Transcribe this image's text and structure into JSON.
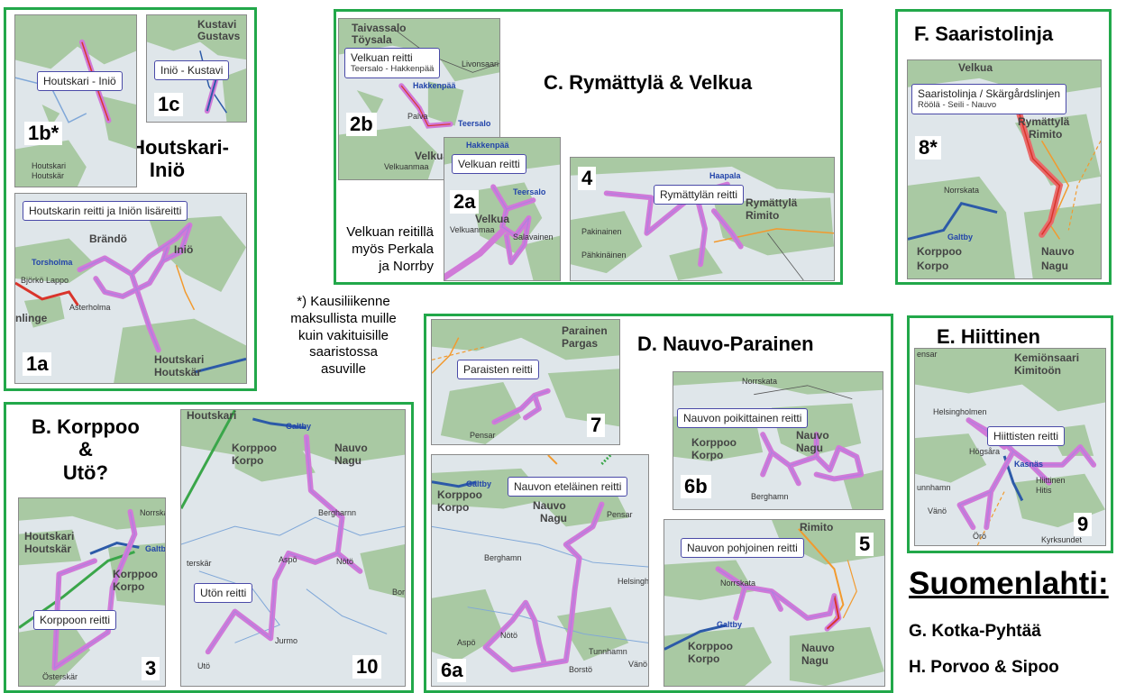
{
  "groups": {
    "A": {
      "title": "A. Houtskari-\nIniö"
    },
    "B": {
      "title": "B. Korppoo\n&\nUtö?"
    },
    "C": {
      "title": "C. Rymättylä & Velkua"
    },
    "D": {
      "title": "D. Nauvo-Parainen"
    },
    "E": {
      "title": "E. Hiittinen"
    },
    "F": {
      "title": "F. Saaristolinja"
    }
  },
  "maps": {
    "m1b": {
      "number": "1b*",
      "callout": "Houtskari - Iniö",
      "places": [
        "Houtskari",
        "Houtskär"
      ]
    },
    "m1c": {
      "number": "1c",
      "callout": "Iniö - Kustavi",
      "places": [
        "Kustavi",
        "Gustavs"
      ]
    },
    "m1a": {
      "number": "1a",
      "callout": "Houtskarin reitti ja Iniön lisäreitti",
      "places": [
        "Brändö",
        "Iniö",
        "Torsholma",
        "Björkö",
        "Lappo",
        "Asterholma",
        "nlinge",
        "Houtskari",
        "Houtskär"
      ]
    },
    "m2b": {
      "number": "2b",
      "callout": "Velkuan reitti",
      "callout_sub": "Teersalo - Hakkenpää",
      "places": [
        "Taivassalo",
        "Töysala",
        "Livonsaari",
        "Hakkenpää",
        "Palva",
        "Teersalo",
        "Velkua",
        "Velkuanmaa"
      ]
    },
    "m2a": {
      "number": "2a",
      "callout": "Velkuan reitti",
      "places": [
        "Hakkenpää",
        "Teersalo",
        "Velkua",
        "Velkuanmaa",
        "Salavainen"
      ]
    },
    "m4": {
      "number": "4",
      "callout": "Rymättylän reitti",
      "places": [
        "Haapala",
        "Rymättylä",
        "Rimito",
        "Pakinainen",
        "Pähkinäinen"
      ]
    },
    "m8": {
      "number": "8*",
      "callout": "Saaristolinja / Skärgårdslinjen",
      "callout_sub": "Röölä - Seili - Nauvo",
      "places": [
        "Velkua",
        "Rymättylä",
        "Rimito",
        "Norrskata",
        "Galtby",
        "Korppoo",
        "Korpo",
        "Nauvo",
        "Nagu"
      ]
    },
    "m3": {
      "number": "3",
      "callout": "Korppoon reitti",
      "places": [
        "Norrska",
        "Houtskari",
        "Houtskär",
        "Galtby",
        "Korppoo",
        "Korpo",
        "Österskär"
      ]
    },
    "m10": {
      "number": "10",
      "callout": "Utön reitti",
      "places": [
        "Houtskari",
        "Galtby",
        "Korppoo",
        "Korpo",
        "Nauvo",
        "Nagu",
        "Bergharnn",
        "Aspö",
        "Nötö",
        "terskär",
        "Jurmo",
        "Bor",
        "Utö"
      ]
    },
    "m7": {
      "number": "7",
      "callout": "Paraisten reitti",
      "places": [
        "Parainen",
        "Pargas",
        "Pensar"
      ]
    },
    "m6b": {
      "number": "6b",
      "callout": "Nauvon poikittainen reitti",
      "places": [
        "Norrskata",
        "Korppoo",
        "Korpo",
        "Nauvo",
        "Nagu",
        "Berghamn"
      ]
    },
    "m6a": {
      "number": "6a",
      "callout": "Nauvon eteläinen reitti",
      "places": [
        "Galtby",
        "Korppoo",
        "Korpo",
        "Nauvo",
        "Nagu",
        "Pensar",
        "Berghamn",
        "Helsingh",
        "Aspö",
        "Nötö",
        "Tunnhamn",
        "Borstö",
        "Vänö"
      ]
    },
    "m5": {
      "number": "5",
      "callout": "Nauvon pohjoinen reitti",
      "places": [
        "Rimito",
        "Norrskata",
        "Galtby",
        "Korppoo",
        "Korpo",
        "Nauvo",
        "Nagu"
      ]
    },
    "m9": {
      "number": "9",
      "callout": "Hiittisten reitti",
      "places": [
        "Kemiönsaari",
        "Kimitoön",
        "ensar",
        "Helsingholmen",
        "Högsåra",
        "Kasnäs",
        "Hiittinen",
        "Hitis",
        "unnhamn",
        "Vänö",
        "Örö",
        "Kyrksundet"
      ]
    }
  },
  "notes": {
    "velkua_extra": "Velkuan reitillä\nmyös Perkala\nja Norrby",
    "seasonal": "*) Kausiliikenne\nmaksullista muille\nkuin vakituisille\nsaaristossa\nasuville"
  },
  "gulf": {
    "title": "Suomenlahti:",
    "items": [
      "G. Kotka-Pyhtää",
      "H. Porvoo & Sipoo"
    ]
  },
  "colors": {
    "route": "#d07ad8",
    "route_core": "#b07fe0",
    "water": "#dfe6ea",
    "land": "#a9c9a3",
    "group_border": "#22a84a",
    "road_orange": "#f29a2e",
    "road_red": "#d9342b",
    "road_blue": "#2c5aa8",
    "road_green": "#3aa64a"
  }
}
